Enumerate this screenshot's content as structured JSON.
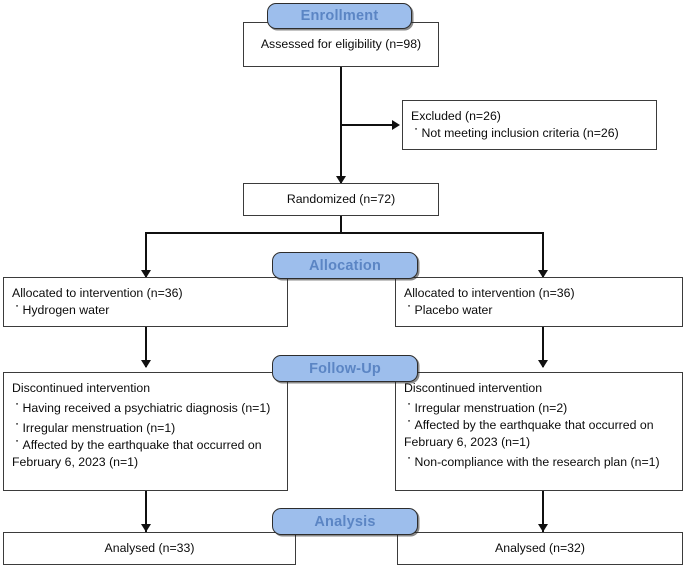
{
  "diagram": {
    "title": "CONSORT participant flow diagram",
    "type": "flowchart",
    "badge_fill": "#9dbeec",
    "badge_text_color": "#5b85c4",
    "box_border_color": "#3b3b3b",
    "connector_color": "#101010"
  },
  "stages": {
    "enrollment": "Enrollment",
    "allocation": "Allocation",
    "followup": "Follow-Up",
    "analysis": "Analysis"
  },
  "enrollment": {
    "assessed": "Assessed for eligibility (n=98)",
    "excluded_title": "Excluded  (n=26)",
    "excluded_reason_1": "Not meeting inclusion criteria (n=26)",
    "randomized": "Randomized  (n=72)"
  },
  "allocation": {
    "left": {
      "title": "Allocated to intervention (n=36)",
      "detail": "Hydrogen water"
    },
    "right": {
      "title": "Allocated to intervention (n=36)",
      "detail": "Placebo water"
    }
  },
  "followup": {
    "left": {
      "title": "Discontinued intervention",
      "reason_1": "Having received a psychiatric diagnosis (n=1)",
      "reason_2": "Irregular menstruation (n=1)",
      "reason_3a": "Affected by the earthquake that occurred on",
      "reason_3b": "February 6, 2023 (n=1)"
    },
    "right": {
      "title": "Discontinued intervention",
      "reason_1": "Irregular menstruation (n=2)",
      "reason_2a": "Affected by the earthquake that occurred on",
      "reason_2b": "February 6, 2023 (n=1)",
      "reason_3": "Non-compliance with the research plan (n=1)"
    }
  },
  "analysis": {
    "left": "Analysed (n=33)",
    "right": "Analysed (n=32)"
  }
}
